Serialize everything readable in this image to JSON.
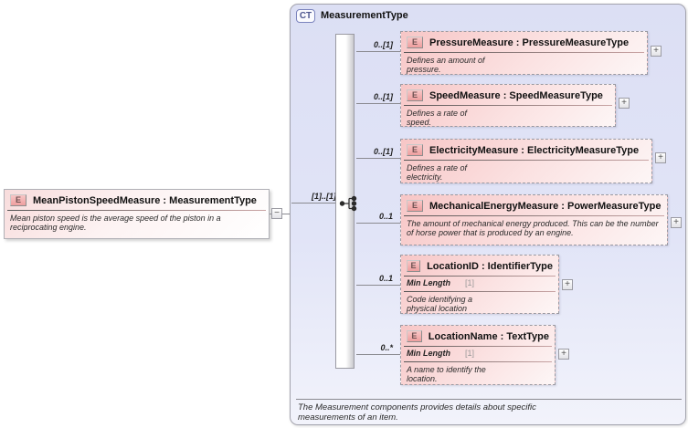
{
  "root_element": {
    "kind": "E",
    "title": "MeanPistonSpeedMeasure : MeasurementType",
    "doc": "Mean piston speed is the average speed of the piston in a reciprocating engine."
  },
  "complex_type": {
    "badge": "CT",
    "title": "MeasurementType",
    "compositor": "sequence",
    "compositor_cardinality": "[1]..[1]",
    "annotation": "The Measurement components provides details about specific measurements of an item.",
    "children": [
      {
        "kind": "E",
        "title": "PressureMeasure : PressureMeasureType",
        "cardinality": "0..[1]",
        "doc": "Defines an amount of pressure."
      },
      {
        "kind": "E",
        "title": "SpeedMeasure : SpeedMeasureType",
        "cardinality": "0..[1]",
        "doc": "Defines a rate of speed."
      },
      {
        "kind": "E",
        "title": "ElectricityMeasure : ElectricityMeasureType",
        "cardinality": "0..[1]",
        "doc": "Defines a rate of electricity."
      },
      {
        "kind": "E",
        "title": "MechanicalEnergyMeasure : PowerMeasureType",
        "cardinality": "0..1",
        "doc": "The amount of mechanical energy produced.  This can be the number of horse power that is produced by an engine."
      },
      {
        "kind": "E",
        "title": "LocationID : IdentifierType",
        "cardinality": "0..1",
        "facet_name": "Min Length",
        "facet_value": "[1]",
        "doc": "Code identifying a physical location"
      },
      {
        "kind": "E",
        "title": "LocationName : TextType",
        "cardinality": "0..*",
        "facet_name": "Min Length",
        "facet_value": "[1]",
        "doc": "A name to identify the location."
      }
    ]
  },
  "icons": {
    "expand": "+",
    "collapse": "−"
  }
}
